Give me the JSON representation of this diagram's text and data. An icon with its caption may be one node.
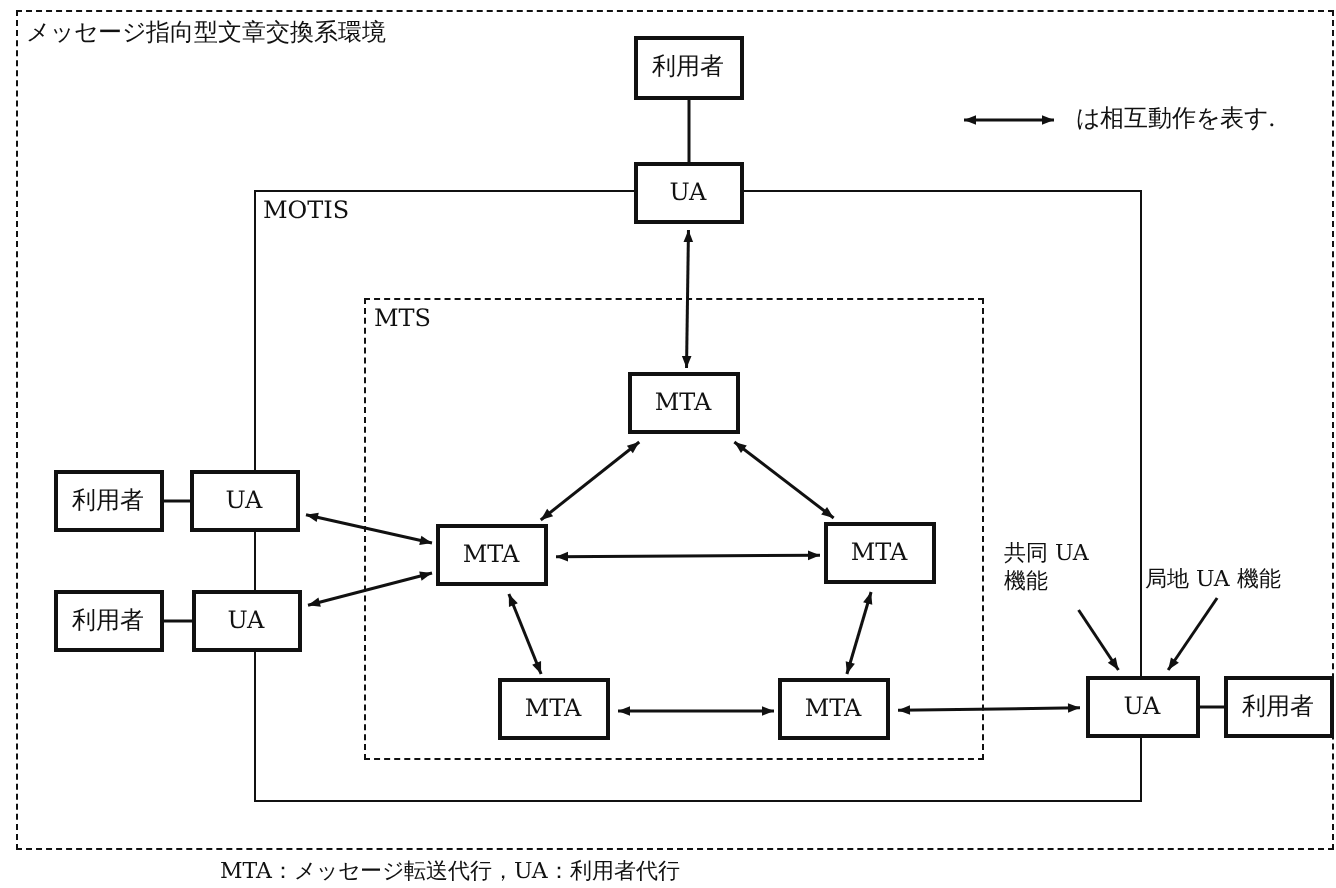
{
  "diagram": {
    "caption": "MTA：メッセージ転送代行，UA：利用者代行",
    "nodes": [
      {
        "text": [
          "メッセージ指向型文章交換系環境"
        ]
      },
      {
        "text": [
          "利用者"
        ],
        "in": 0
      },
      {
        "text": [
          "UA"
        ],
        "in": 0
      },
      {
        "text": [
          "MOTIS"
        ],
        "in": 0
      },
      {
        "text": [
          "MTS"
        ],
        "in": 3
      },
      {
        "text": [
          "MTA"
        ],
        "in": 4
      },
      {
        "text": [
          "利用者"
        ],
        "in": 0
      },
      {
        "text": [
          "UA"
        ],
        "in": 0
      },
      {
        "text": [
          "MTA"
        ],
        "in": 4
      },
      {
        "text": [
          "MTA"
        ],
        "in": 4
      },
      {
        "text": [
          "利用者"
        ],
        "in": 0
      },
      {
        "text": [
          "UA"
        ],
        "in": 0
      },
      {
        "text": [
          "共同 UA機能"
        ],
        "in": 3
      },
      {
        "text": [
          "局地 UA 機能"
        ],
        "in": 0
      },
      {
        "text": [
          "MTA"
        ],
        "in": 4
      },
      {
        "text": [
          "MTA"
        ],
        "in": 4
      },
      {
        "text": [
          "UA"
        ],
        "in": 0
      },
      {
        "text": [
          "利用者"
        ],
        "in": 0
      }
    ],
    "edges": [
      {
        "from": 1,
        "to": 2,
        "arrow": "none"
      },
      {
        "from": 2,
        "to": 5,
        "arrow": "both"
      },
      {
        "from": 5,
        "to": 8,
        "arrow": "both"
      },
      {
        "from": 5,
        "to": 9,
        "arrow": "both"
      },
      {
        "from": 6,
        "to": 7,
        "arrow": "none"
      },
      {
        "from": 7,
        "to": 8,
        "arrow": "both"
      },
      {
        "from": 11,
        "to": 8,
        "arrow": "both"
      },
      {
        "from": 8,
        "to": 9,
        "arrow": "both"
      },
      {
        "from": 10,
        "to": 11,
        "arrow": "none"
      },
      {
        "from": 8,
        "to": 14,
        "arrow": "both"
      },
      {
        "from": 9,
        "to": 15,
        "arrow": "both"
      },
      {
        "from": 14,
        "to": 15,
        "arrow": "both"
      },
      {
        "from": 15,
        "to": 16,
        "arrow": "both"
      },
      {
        "from": 12,
        "to": 16,
        "arrow": "to"
      },
      {
        "from": 13,
        "to": 16,
        "arrow": "to"
      },
      {
        "from": 16,
        "to": 17,
        "arrow": "none"
      }
    ],
    "legend": [
      {
        "text": "は相互動作を表す."
      }
    ]
  }
}
